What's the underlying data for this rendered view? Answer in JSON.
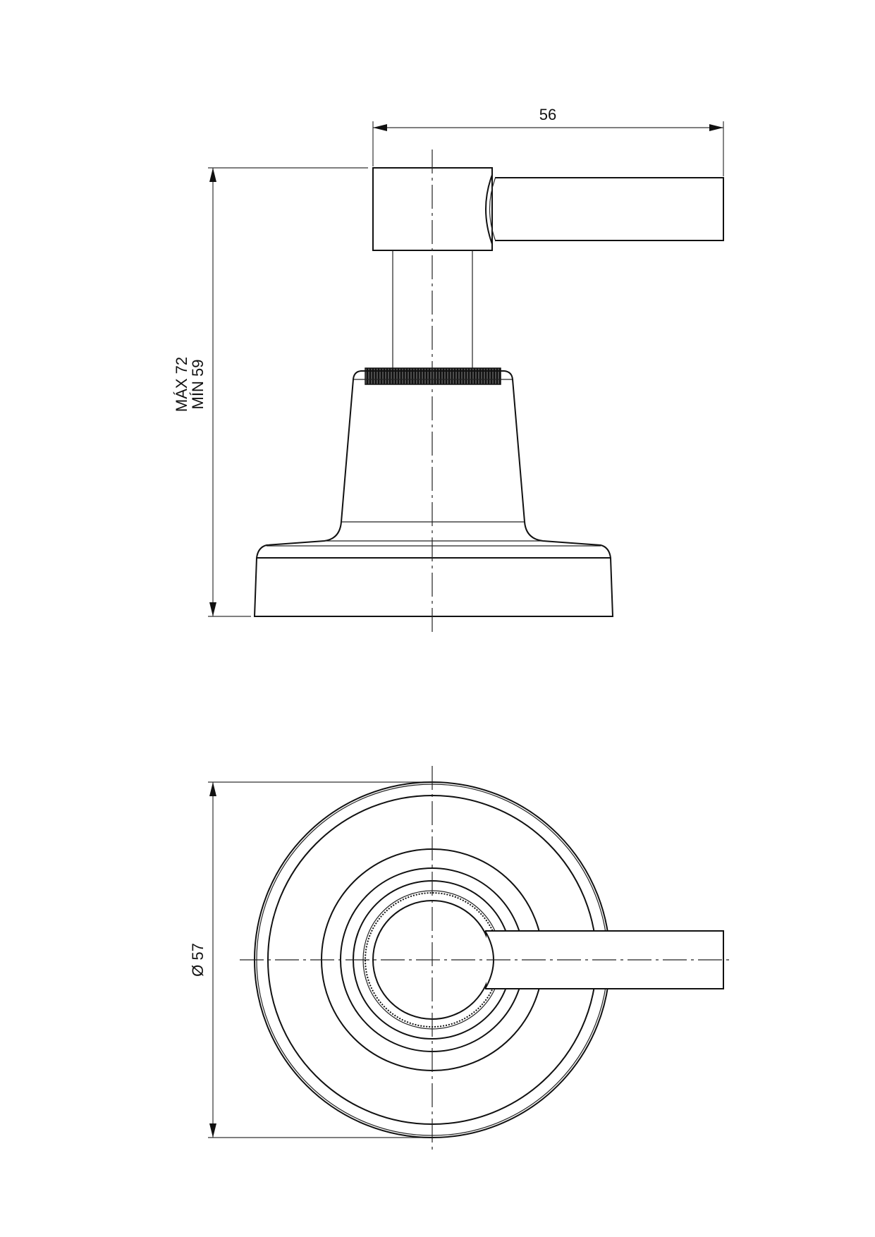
{
  "drawing": {
    "side_view": {
      "width_dimension": "56",
      "height_dimension_max": "MÁX 72",
      "height_dimension_min": "MÍN 59"
    },
    "top_view": {
      "diameter_dimension": "Ø 57"
    },
    "colors": {
      "line": "#111111",
      "background": "#ffffff"
    }
  }
}
